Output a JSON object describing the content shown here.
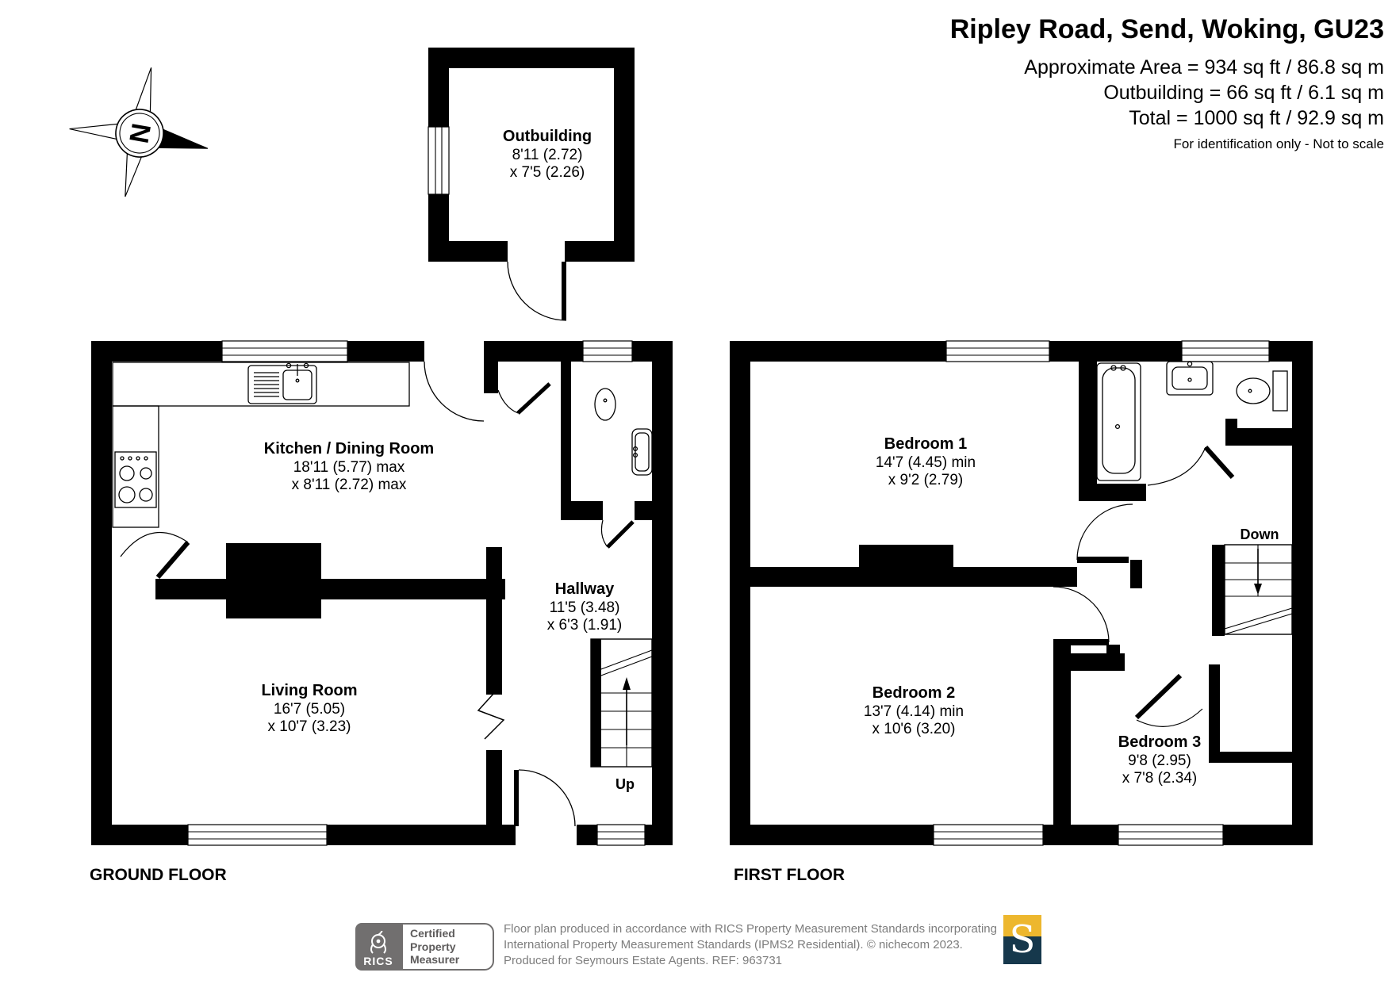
{
  "header": {
    "title": "Ripley Road, Send, Woking, GU23",
    "area1": "Approximate Area = 934 sq ft / 86.8 sq m",
    "area2": "Outbuilding = 66 sq ft / 6.1 sq m",
    "area3": "Total = 1000 sq ft / 92.9 sq m",
    "note": "For identification only - Not to scale"
  },
  "floor_labels": {
    "ground": "GROUND FLOOR",
    "first": "FIRST FLOOR"
  },
  "rooms": {
    "outbuilding": {
      "name": "Outbuilding",
      "dim1": "8'11 (2.72)",
      "dim2": "x 7'5 (2.26)"
    },
    "kitchen": {
      "name": "Kitchen / Dining Room",
      "dim1": "18'11 (5.77) max",
      "dim2": "x 8'11 (2.72) max"
    },
    "living": {
      "name": "Living Room",
      "dim1": "16'7 (5.05)",
      "dim2": "x 10'7 (3.23)"
    },
    "hallway": {
      "name": "Hallway",
      "dim1": "11'5 (3.48)",
      "dim2": "x 6'3 (1.91)"
    },
    "bedroom1": {
      "name": "Bedroom 1",
      "dim1": "14'7 (4.45) min",
      "dim2": "x 9'2 (2.79)"
    },
    "bedroom2": {
      "name": "Bedroom 2",
      "dim1": "13'7 (4.14) min",
      "dim2": "x 10'6 (3.20)"
    },
    "bedroom3": {
      "name": "Bedroom 3",
      "dim1": "9'8 (2.95)",
      "dim2": "x 7'8 (2.34)"
    }
  },
  "stairs": {
    "up": "Up",
    "down": "Down"
  },
  "compass": {
    "north": "N"
  },
  "footer": {
    "rics": "RICS",
    "cert1": "Certified",
    "cert2": "Property",
    "cert3": "Measurer",
    "line1": "Floor plan produced in accordance with RICS Property Measurement Standards incorporating",
    "line2": "International Property Measurement Standards (IPMS2 Residential).  © nichecom 2023.",
    "line3": "Produced for Seymours Estate Agents.  REF: 963731",
    "s_logo": "S"
  },
  "colors": {
    "wall": "#000000",
    "rics_grey": "#716F6F",
    "text_grey": "#7d7d7d",
    "seymours_yellow": "#EDB72E",
    "seymours_navy": "#16384C"
  }
}
